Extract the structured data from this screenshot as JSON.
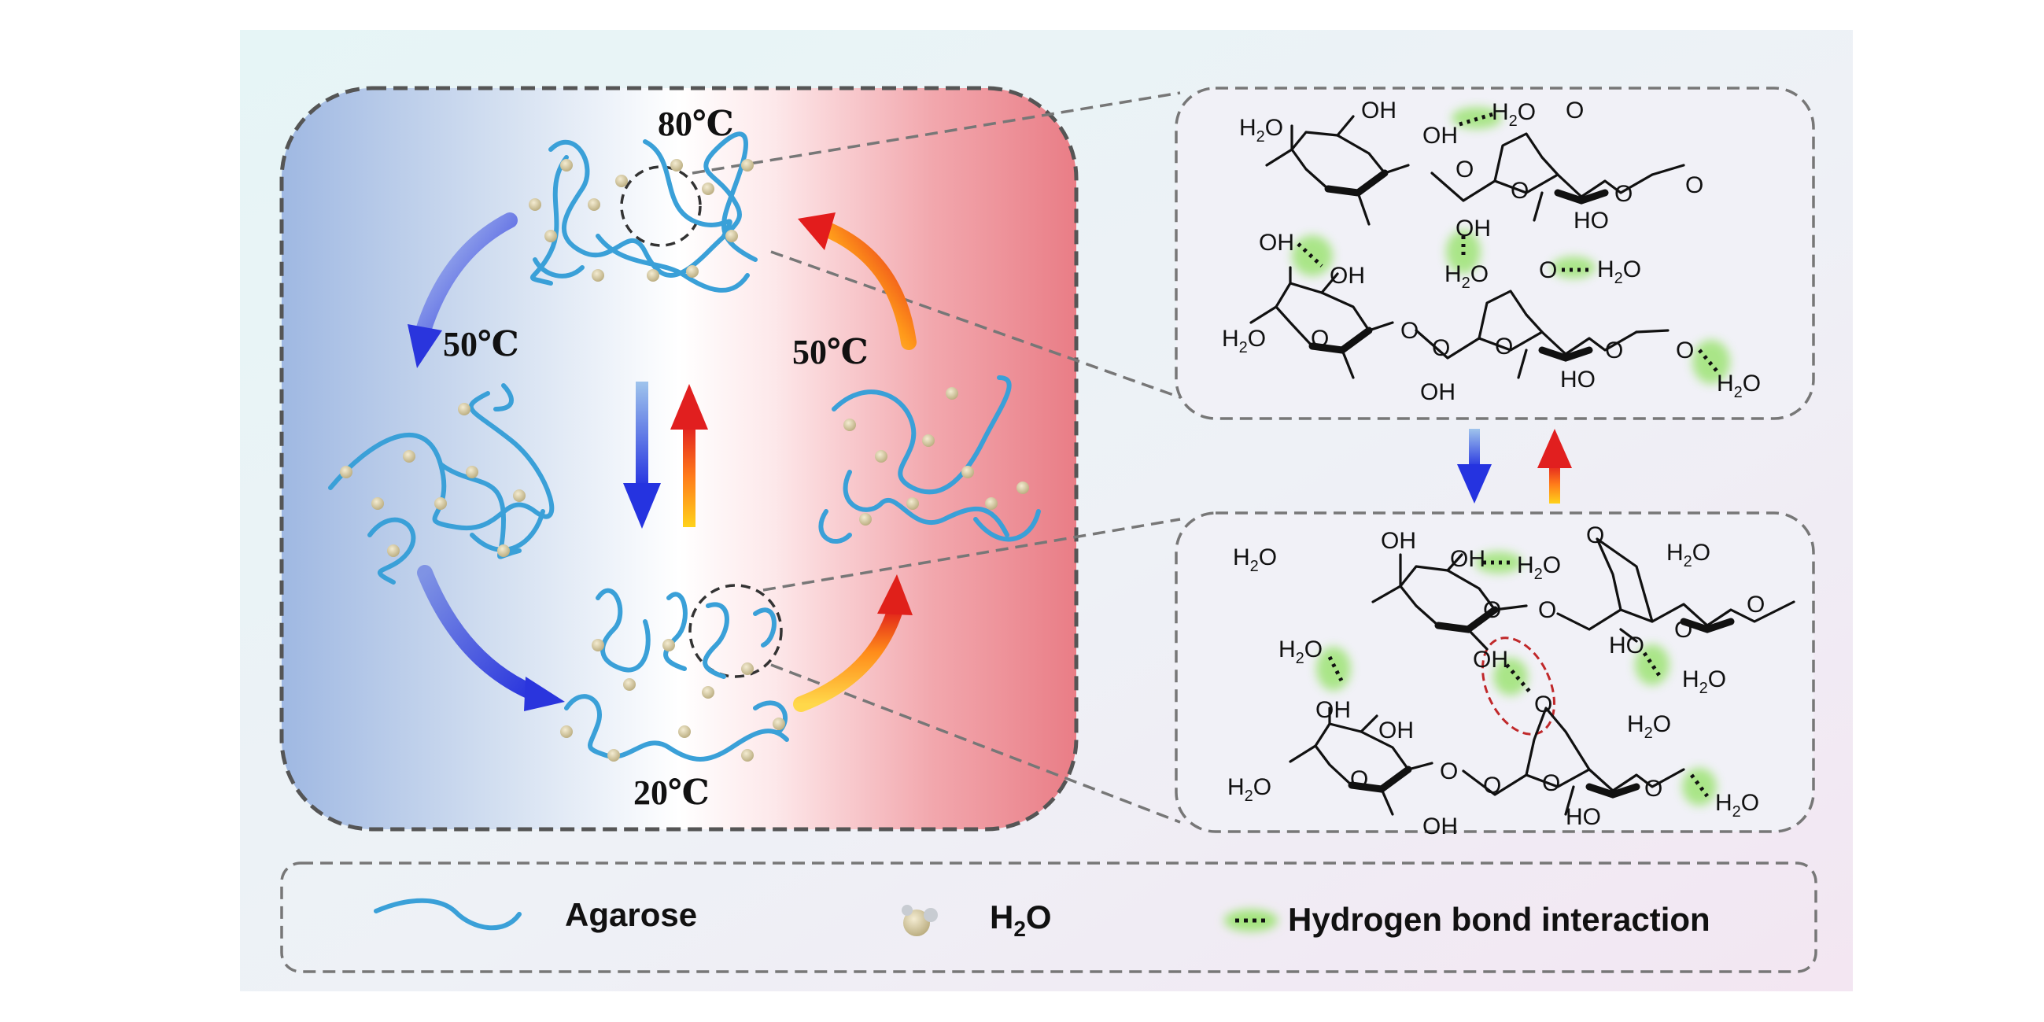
{
  "temperatures": {
    "top": "80℃",
    "left": "50℃",
    "right": "50℃",
    "bottom": "20℃"
  },
  "molecules": {
    "h2o": "H",
    "h2o_sub": "2",
    "h2o_tail": "O",
    "oh": "OH",
    "ho": "HO",
    "o": "O",
    "oh2": "OH"
  },
  "legend": {
    "agarose": "Agarose",
    "water_main": "H",
    "water_sub": "2",
    "water_tail": "O",
    "hbond": "Hydrogen bond interaction"
  },
  "colors": {
    "cold": "#2d3ee0",
    "hot": "#e8302a",
    "agarose": "#3aa0d8",
    "hbond_glow": "#9fe07a",
    "highlight_ring": "#c0282a"
  }
}
